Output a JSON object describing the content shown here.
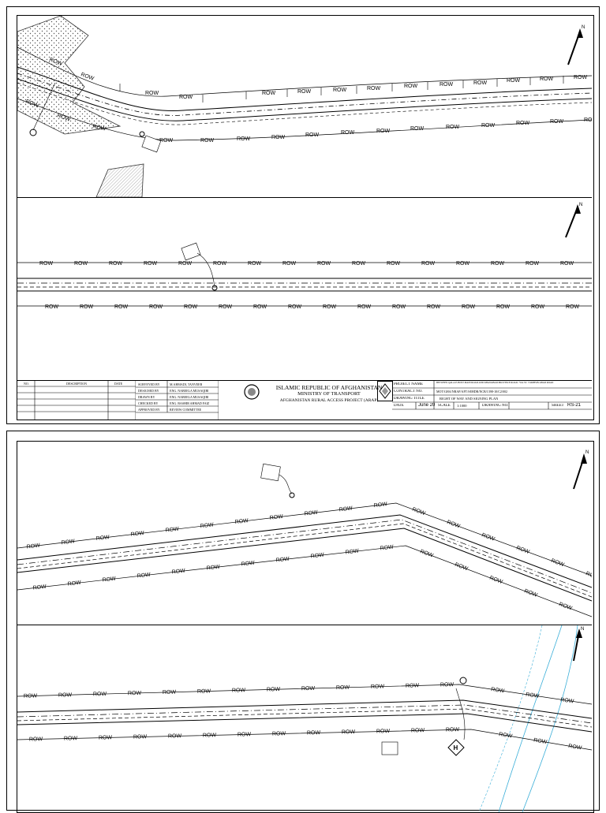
{
  "map": {
    "row_label": "ROW",
    "north_label": "N"
  },
  "title_block": {
    "headers": {
      "no": "NO.",
      "description": "DESCRIPTION",
      "date": "DATE"
    },
    "roles": [
      {
        "label": "SURVEYED BY",
        "value": "M.AHMADI, TANVEER"
      },
      {
        "label": "DESIGNED BY",
        "value": "ENG. NABEELA MUSAQIBI"
      },
      {
        "label": "DRAWN BY",
        "value": "ENG. NABEELA MUSAQIBI"
      },
      {
        "label": "CHECKED BY",
        "value": "ENG. BASHIR AHMAD FAIZ"
      },
      {
        "label": "APPROVED BY",
        "value": "REVIEW COMMITTEE"
      }
    ],
    "org_line1": "ISLAMIC REPUBLIC OF AFGHANISTAN",
    "org_line2": "MINISTRY OF TRANSPORT",
    "org_line3": "AFGHANISTAN RURAL ACCESS PROJECT (ARAP)",
    "project_name_label": "PROJECT NAME",
    "project_name_value": "BETWEEN QALA-E-BOST MAIN ROAD AND KHANABAD PROVINCE ROAD / VIA ST. 5 MOHSIN ABAD ROAD",
    "contract_no_label": "CONTRACT NO.",
    "contract_no_value": "MOT/GHA/NRAP/AFT/SEHDR/NCB/1398-10/C2/002",
    "drawing_title_label": "DRAWING TITLE",
    "drawing_title_value": "RIGHT OF WAY AND SIGNING PLAN",
    "date_label": "DATE",
    "date_value": "June 20",
    "scale_label": "SCALE",
    "scale_value": "1:1000",
    "drawing_no_label": "DRAWING NO.",
    "sheet_label": "SHEET",
    "sheet_value": "RS-21"
  }
}
